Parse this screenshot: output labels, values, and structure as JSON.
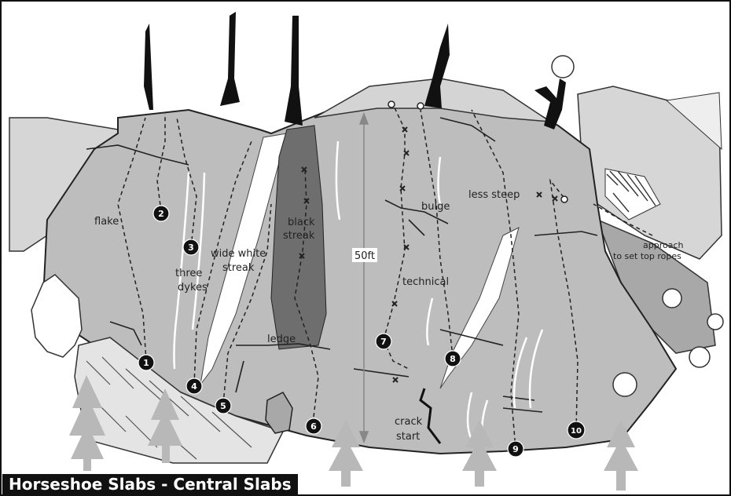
{
  "title": "Horseshoe Slabs - Central Slabs",
  "height_marker": "50ft",
  "labels": {
    "flake": "flake",
    "three": "three",
    "dykes": "dykes",
    "wide_white": "wide white",
    "streak": "streak",
    "black": "black",
    "black_streak": "streak",
    "ledge": "ledge",
    "bulge": "bulge",
    "less_steep": "less steep",
    "technical": "technical",
    "crack": "crack",
    "start": "start",
    "approach": "approach",
    "to_set": "to set top ropes"
  },
  "routes": [
    "1",
    "2",
    "3",
    "4",
    "5",
    "6",
    "7",
    "8",
    "9",
    "10"
  ],
  "colors": {
    "rock": "#bdbdbd",
    "rock_light": "#d4d4d4",
    "dark_streak": "#6e6e6e",
    "tree": "#b8b8b8"
  }
}
